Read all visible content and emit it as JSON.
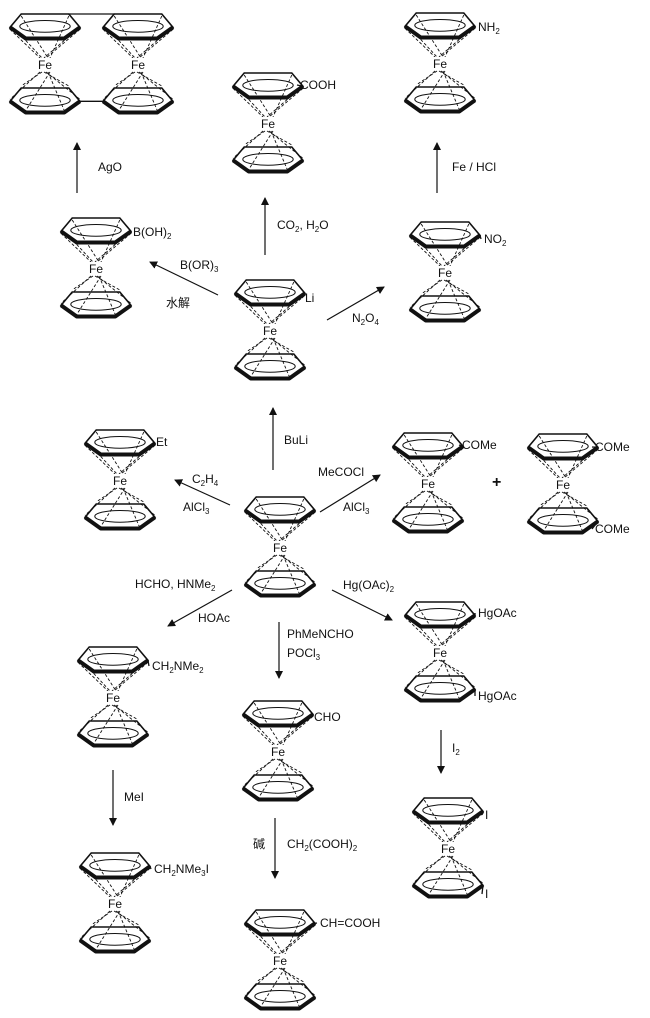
{
  "colors": {
    "ink": "#111111",
    "background": "#ffffff"
  },
  "metal": "Fe",
  "molecules": [
    {
      "id": "biferrocene",
      "subs": []
    },
    {
      "id": "ferrocenecarboxylic-acid",
      "subs": [
        "COOH"
      ]
    },
    {
      "id": "aminoferrocene",
      "subs": [
        "NH2"
      ]
    },
    {
      "id": "ferroceneboronic-acid",
      "subs": [
        "B(OH)2"
      ]
    },
    {
      "id": "lithioferrocene",
      "subs": [
        "Li"
      ]
    },
    {
      "id": "nitroferrocene",
      "subs": [
        "NO2"
      ]
    },
    {
      "id": "ethylferrocene",
      "subs": [
        "Et"
      ]
    },
    {
      "id": "ferrocene",
      "subs": []
    },
    {
      "id": "acetylferrocene",
      "subs": [
        "COMe"
      ]
    },
    {
      "id": "diacetylferrocene",
      "subs": [
        "COMe",
        "COMe"
      ]
    },
    {
      "id": "dimethylaminomethylferrocene",
      "subs": [
        "CH2NMe2"
      ]
    },
    {
      "id": "ferrocenecarboxaldehyde",
      "subs": [
        "CHO"
      ]
    },
    {
      "id": "bis-acetoxymercuri-ferrocene",
      "subs": [
        "HgOAc",
        "HgOAc"
      ]
    },
    {
      "id": "trimethylammoniomethylferrocene-iodide",
      "subs": [
        "CH2NMe3I"
      ]
    },
    {
      "id": "ferrocenylacrylic-acid",
      "subs": [
        "CH=COOH"
      ]
    },
    {
      "id": "diiodoferrocene",
      "subs": [
        "I",
        "I"
      ]
    }
  ],
  "reagents": [
    {
      "id": "agoh",
      "text": "AgO"
    },
    {
      "id": "co2-h2o",
      "text": "CO2, H2O"
    },
    {
      "id": "fe-hcl",
      "text": "Fe / HCl"
    },
    {
      "id": "b-or3",
      "text": "B(OR)3"
    },
    {
      "id": "hydrolysis",
      "text": "水解"
    },
    {
      "id": "n2o4",
      "text": "N2O4"
    },
    {
      "id": "buli",
      "text": "BuLi"
    },
    {
      "id": "c2h4",
      "text": "C2H4"
    },
    {
      "id": "alcl3-left",
      "text": "AlCl3"
    },
    {
      "id": "mecocl",
      "text": "MeCOCl"
    },
    {
      "id": "alcl3-right",
      "text": "AlCl3"
    },
    {
      "id": "hcho-hnme2",
      "text": "HCHO, HNMe2"
    },
    {
      "id": "hoac",
      "text": "HOAc"
    },
    {
      "id": "phmencho",
      "text": "PhMeNCHO"
    },
    {
      "id": "pocl3",
      "text": "POCl3"
    },
    {
      "id": "hg-oac2",
      "text": "Hg(OAc)2"
    },
    {
      "id": "mei",
      "text": "MeI"
    },
    {
      "id": "base",
      "text": "碱"
    },
    {
      "id": "malonic-acid",
      "text": "CH2(COOH)2"
    },
    {
      "id": "iodine",
      "text": "I2"
    }
  ],
  "plus_sign": "+"
}
